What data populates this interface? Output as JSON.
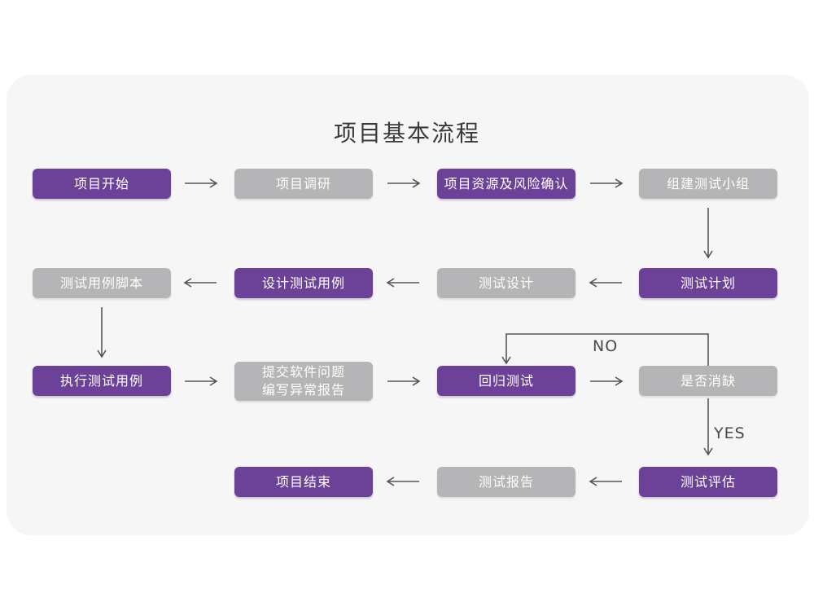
{
  "title": "项目基本流程",
  "colors": {
    "purple": "#6c4299",
    "gray": "#b5b4b6",
    "card": "#f6f6f7",
    "arrow": "#56565a"
  },
  "branch_labels": {
    "no": "NO",
    "yes": "YES"
  },
  "nodes": {
    "start": {
      "label": "项目开始",
      "variant": "purple"
    },
    "research": {
      "label": "项目调研",
      "variant": "gray"
    },
    "risk": {
      "label": "项目资源及风险确认",
      "variant": "purple"
    },
    "team": {
      "label": "组建测试小组",
      "variant": "gray"
    },
    "plan": {
      "label": "测试计划",
      "variant": "purple"
    },
    "design": {
      "label": "测试设计",
      "variant": "gray"
    },
    "case_design": {
      "label": "设计测试用例",
      "variant": "purple"
    },
    "script": {
      "label": "测试用例脚本",
      "variant": "gray"
    },
    "execute": {
      "label": "执行测试用例",
      "variant": "purple"
    },
    "issue_report": {
      "label": "提交软件问题\n编写异常报告",
      "variant": "gray"
    },
    "regression": {
      "label": "回归测试",
      "variant": "purple"
    },
    "defect_check": {
      "label": "是否消缺",
      "variant": "gray"
    },
    "evaluation": {
      "label": "测试评估",
      "variant": "purple"
    },
    "test_report": {
      "label": "测试报告",
      "variant": "gray"
    },
    "end": {
      "label": "项目结束",
      "variant": "purple"
    }
  }
}
